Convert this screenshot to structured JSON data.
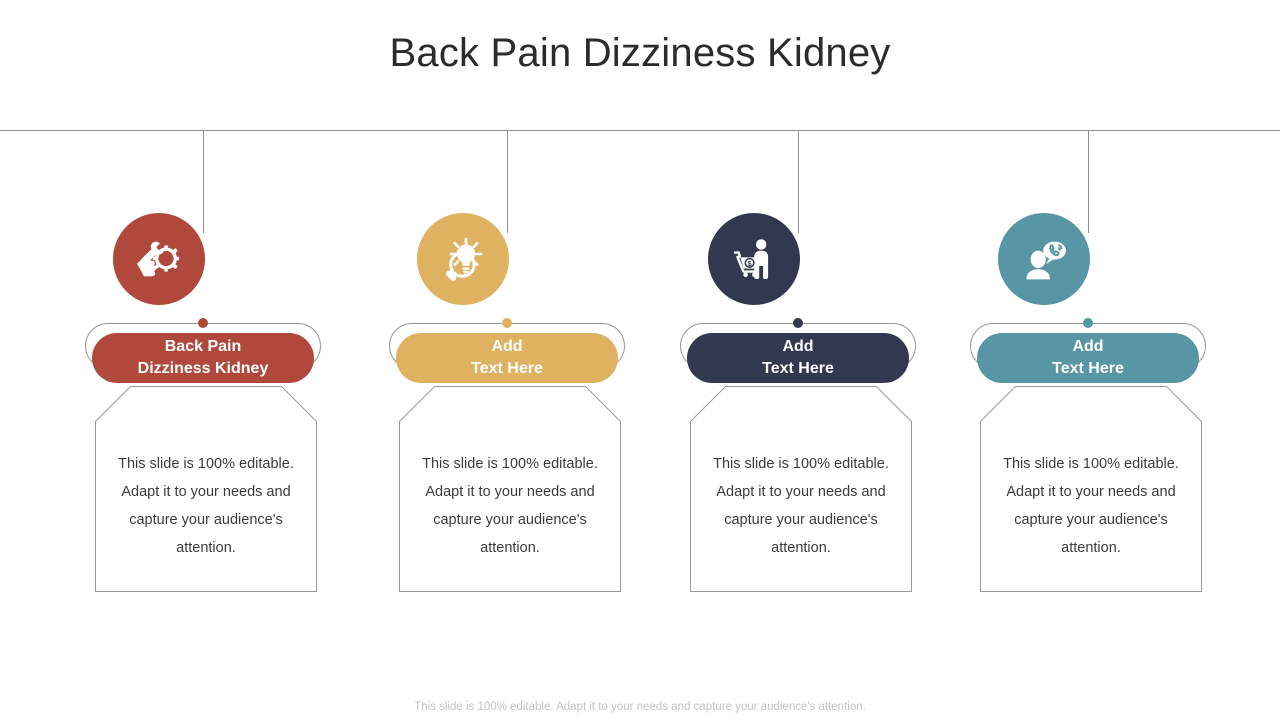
{
  "slide": {
    "title": "Back Pain Dizziness Kidney",
    "footer": "This slide is 100% editable. Adapt it to your needs and capture your audience's attention.",
    "background_color": "#ffffff",
    "rail_color": "#8f8f8f",
    "card_border_color": "#9a9a9a",
    "body_text_color": "#3b3b3b"
  },
  "columns": [
    {
      "icon": "hand-holding-wrench-gear-icon",
      "accent_color": "#b0493c",
      "label_line1": "Back Pain",
      "label_line2": "Dizziness Kidney",
      "body": "This slide is 100% editable. Adapt it to your needs and capture your audience's attention."
    },
    {
      "icon": "lightbulb-magnifier-icon",
      "accent_color": "#dfb262",
      "label_line1": "Add",
      "label_line2": "Text Here",
      "body": "This slide is 100% editable. Adapt it to your needs and capture your audience's attention."
    },
    {
      "icon": "person-shopping-cart-dollar-icon",
      "accent_color": "#323850",
      "label_line1": "Add",
      "label_line2": "Text Here",
      "body": "This slide is 100% editable. Adapt it to your needs and capture your audience's attention."
    },
    {
      "icon": "person-phone-speech-bubble-icon",
      "accent_color": "#5896a5",
      "label_line1": "Add",
      "label_line2": "Text Here",
      "body": "This slide is 100% editable. Adapt it to your needs and capture your audience's attention."
    }
  ]
}
